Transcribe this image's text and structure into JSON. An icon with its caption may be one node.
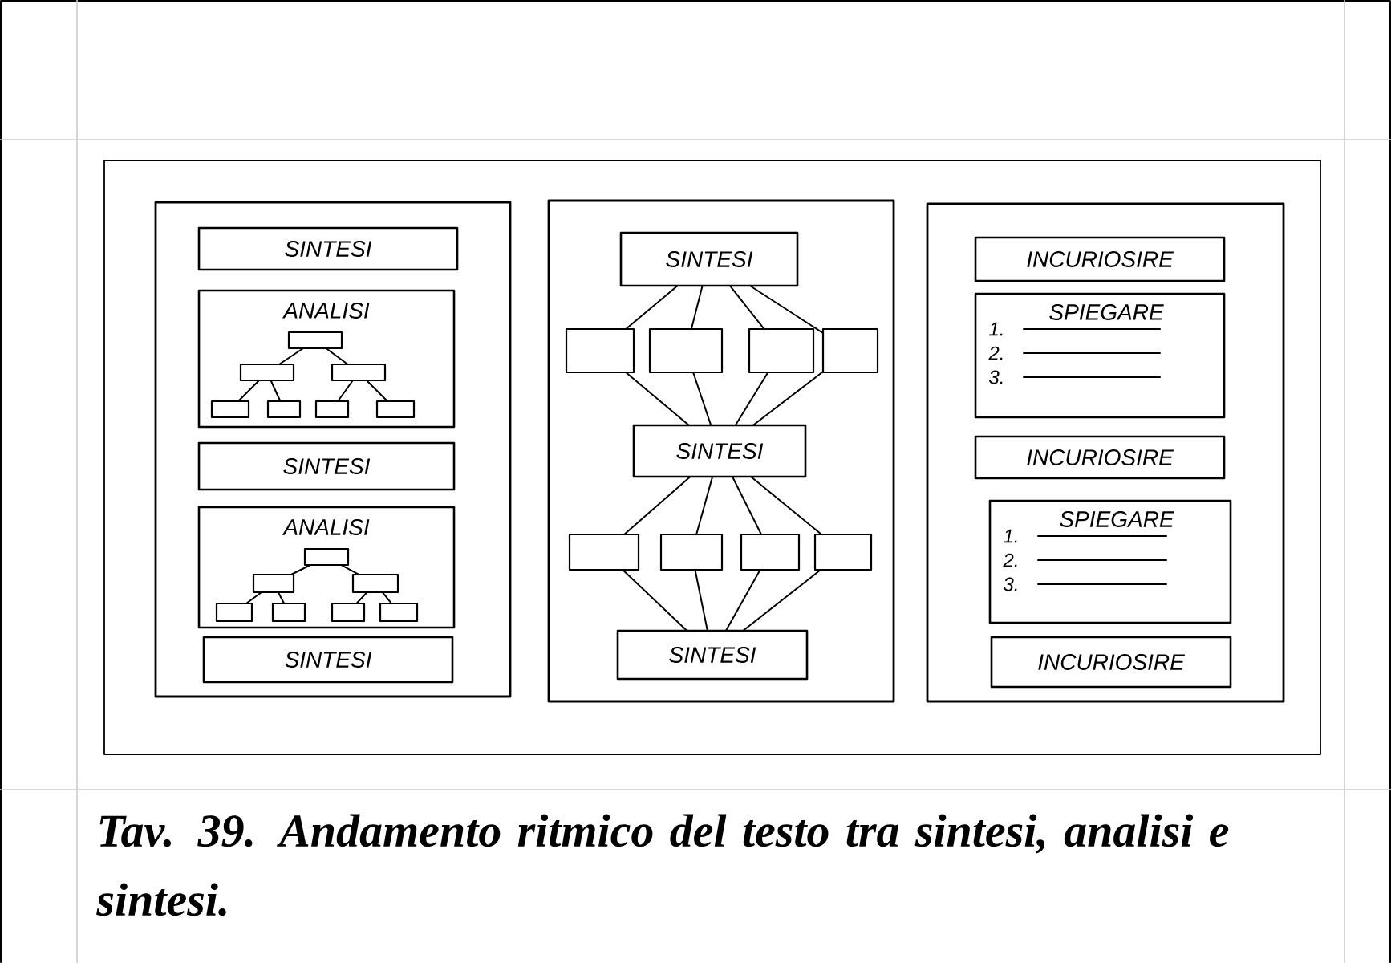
{
  "diagram": {
    "caption": "Tav. 39. Andamento ritmico del testo tra sintesi, analisi e sintesi.",
    "nodes": [
      {
        "text": [],
        "shape": "box"
      },
      {
        "text": [
          "SINTESI"
        ],
        "in": 0
      },
      {
        "text": [
          "ANALISI"
        ],
        "in": 0
      },
      {
        "text": [],
        "shape": "box",
        "in": 2
      },
      {
        "text": [],
        "shape": "box",
        "in": 2
      },
      {
        "text": [],
        "shape": "box",
        "in": 2
      },
      {
        "text": [],
        "shape": "box",
        "in": 2
      },
      {
        "text": [],
        "shape": "box",
        "in": 2
      },
      {
        "text": [],
        "shape": "box",
        "in": 2
      },
      {
        "text": [],
        "shape": "box",
        "in": 2
      },
      {
        "text": [
          "SINTESI"
        ],
        "in": 0
      },
      {
        "text": [
          "ANALISI"
        ],
        "in": 0
      },
      {
        "text": [],
        "shape": "box",
        "in": 11
      },
      {
        "text": [],
        "shape": "box",
        "in": 11
      },
      {
        "text": [],
        "shape": "box",
        "in": 11
      },
      {
        "text": [],
        "shape": "box",
        "in": 11
      },
      {
        "text": [],
        "shape": "box",
        "in": 11
      },
      {
        "text": [],
        "shape": "box",
        "in": 11
      },
      {
        "text": [],
        "shape": "box",
        "in": 11
      },
      {
        "text": [
          "SINTESI"
        ],
        "in": 0
      },
      {
        "text": [],
        "shape": "box"
      },
      {
        "text": [
          "SINTESI"
        ],
        "in": 20
      },
      {
        "text": [],
        "shape": "box",
        "in": 20
      },
      {
        "text": [],
        "shape": "box",
        "in": 20
      },
      {
        "text": [],
        "shape": "box",
        "in": 20
      },
      {
        "text": [],
        "shape": "box",
        "in": 20
      },
      {
        "text": [
          "SINTESI"
        ],
        "in": 20
      },
      {
        "text": [],
        "shape": "box",
        "in": 20
      },
      {
        "text": [],
        "shape": "box",
        "in": 20
      },
      {
        "text": [],
        "shape": "box",
        "in": 20
      },
      {
        "text": [],
        "shape": "box",
        "in": 20
      },
      {
        "text": [
          "SINTESI"
        ],
        "in": 20
      },
      {
        "text": [],
        "shape": "box"
      },
      {
        "text": [
          "INCURIOSIRE"
        ],
        "in": 32
      },
      {
        "text": [
          "SPIEGARE",
          "1.",
          "2.",
          "3."
        ],
        "in": 32
      },
      {
        "text": [
          "INCURIOSIRE"
        ],
        "in": 32
      },
      {
        "text": [
          "SPIEGARE",
          "1.",
          "2.",
          "3."
        ],
        "in": 32
      },
      {
        "text": [
          "INCURIOSIRE"
        ],
        "in": 32
      }
    ],
    "edges": [
      {
        "from": 3,
        "to": 4,
        "arrow": "none"
      },
      {
        "from": 3,
        "to": 5,
        "arrow": "none"
      },
      {
        "from": 4,
        "to": 6,
        "arrow": "none"
      },
      {
        "from": 4,
        "to": 7,
        "arrow": "none"
      },
      {
        "from": 5,
        "to": 8,
        "arrow": "none"
      },
      {
        "from": 5,
        "to": 9,
        "arrow": "none"
      },
      {
        "from": 12,
        "to": 13,
        "arrow": "none"
      },
      {
        "from": 12,
        "to": 14,
        "arrow": "none"
      },
      {
        "from": 13,
        "to": 15,
        "arrow": "none"
      },
      {
        "from": 13,
        "to": 16,
        "arrow": "none"
      },
      {
        "from": 14,
        "to": 17,
        "arrow": "none"
      },
      {
        "from": 14,
        "to": 18,
        "arrow": "none"
      },
      {
        "from": 21,
        "to": 22,
        "arrow": "none"
      },
      {
        "from": 21,
        "to": 23,
        "arrow": "none"
      },
      {
        "from": 21,
        "to": 24,
        "arrow": "none"
      },
      {
        "from": 21,
        "to": 25,
        "arrow": "none"
      },
      {
        "from": 22,
        "to": 26,
        "arrow": "none"
      },
      {
        "from": 23,
        "to": 26,
        "arrow": "none"
      },
      {
        "from": 24,
        "to": 26,
        "arrow": "none"
      },
      {
        "from": 25,
        "to": 26,
        "arrow": "none"
      },
      {
        "from": 26,
        "to": 27,
        "arrow": "none"
      },
      {
        "from": 26,
        "to": 28,
        "arrow": "none"
      },
      {
        "from": 26,
        "to": 29,
        "arrow": "none"
      },
      {
        "from": 26,
        "to": 30,
        "arrow": "none"
      },
      {
        "from": 27,
        "to": 31,
        "arrow": "none"
      },
      {
        "from": 28,
        "to": 31,
        "arrow": "none"
      },
      {
        "from": 29,
        "to": 31,
        "arrow": "none"
      },
      {
        "from": 30,
        "to": 31,
        "arrow": "none"
      }
    ]
  }
}
